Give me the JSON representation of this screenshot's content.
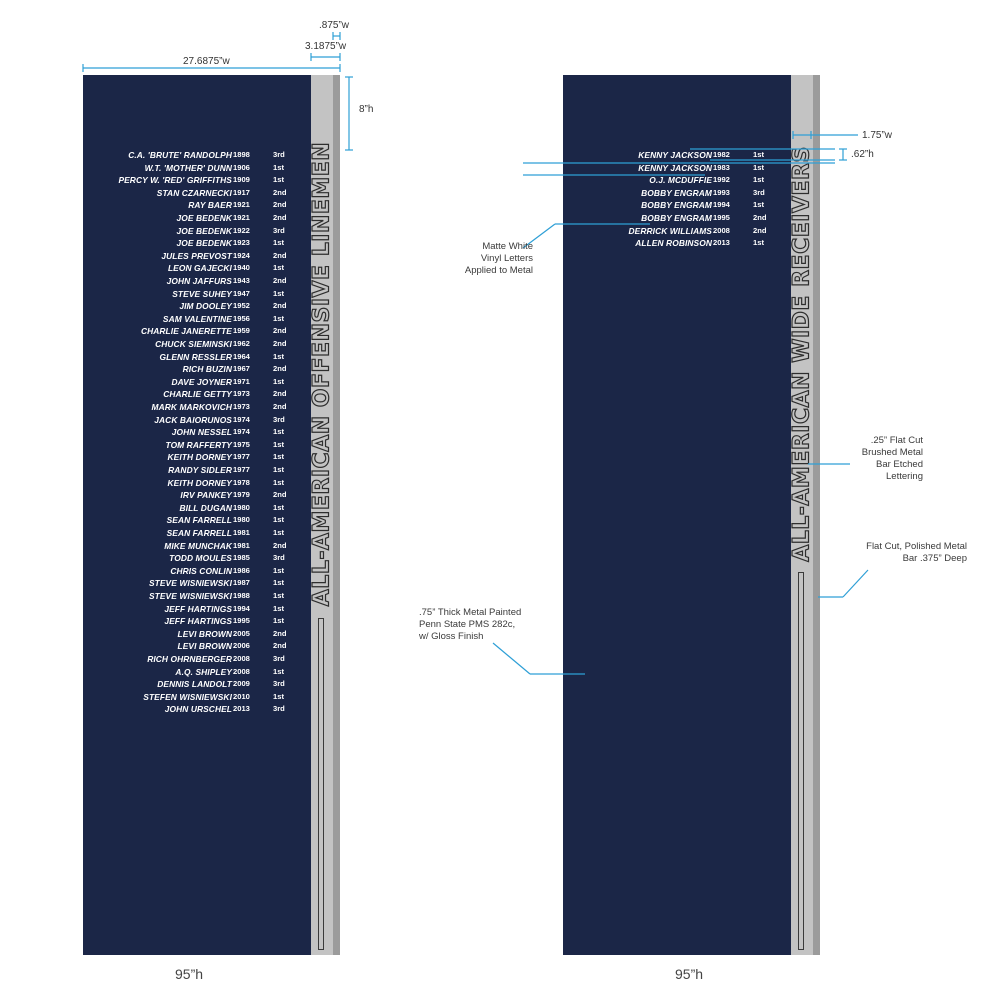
{
  "left_panel": {
    "title": "ALL-AMERICAN OFFENSIVE LINEMEN",
    "bottom_label": "95”h",
    "entries": [
      {
        "name": "C.A. 'BRUTE' RANDOLPH",
        "year": "1898",
        "place": "3rd"
      },
      {
        "name": "W.T. 'MOTHER' DUNN",
        "year": "1906",
        "place": "1st"
      },
      {
        "name": "PERCY W. 'RED' GRIFFITHS",
        "year": "1909",
        "place": "1st"
      },
      {
        "name": "STAN CZARNECKI",
        "year": "1917",
        "place": "2nd"
      },
      {
        "name": "RAY BAER",
        "year": "1921",
        "place": "2nd"
      },
      {
        "name": "JOE BEDENK",
        "year": "1921",
        "place": "2nd"
      },
      {
        "name": "JOE BEDENK",
        "year": "1922",
        "place": "3rd"
      },
      {
        "name": "JOE BEDENK",
        "year": "1923",
        "place": "1st"
      },
      {
        "name": "JULES PREVOST",
        "year": "1924",
        "place": "2nd"
      },
      {
        "name": "LEON GAJECKI",
        "year": "1940",
        "place": "1st"
      },
      {
        "name": "JOHN JAFFURS",
        "year": "1943",
        "place": "2nd"
      },
      {
        "name": "STEVE SUHEY",
        "year": "1947",
        "place": "1st"
      },
      {
        "name": "JIM DOOLEY",
        "year": "1952",
        "place": "2nd"
      },
      {
        "name": "SAM VALENTINE",
        "year": "1956",
        "place": "1st"
      },
      {
        "name": "CHARLIE JANERETTE",
        "year": "1959",
        "place": "2nd"
      },
      {
        "name": "CHUCK SIEMINSKI",
        "year": "1962",
        "place": "2nd"
      },
      {
        "name": "GLENN RESSLER",
        "year": "1964",
        "place": "1st"
      },
      {
        "name": "RICH BUZIN",
        "year": "1967",
        "place": "2nd"
      },
      {
        "name": "DAVE JOYNER",
        "year": "1971",
        "place": "1st"
      },
      {
        "name": "CHARLIE GETTY",
        "year": "1973",
        "place": "2nd"
      },
      {
        "name": "MARK MARKOVICH",
        "year": "1973",
        "place": "2nd"
      },
      {
        "name": "JACK BAIORUNOS",
        "year": "1974",
        "place": "3rd"
      },
      {
        "name": "JOHN NESSEL",
        "year": "1974",
        "place": "1st"
      },
      {
        "name": "TOM RAFFERTY",
        "year": "1975",
        "place": "1st"
      },
      {
        "name": "KEITH DORNEY",
        "year": "1977",
        "place": "1st"
      },
      {
        "name": "RANDY SIDLER",
        "year": "1977",
        "place": "1st"
      },
      {
        "name": "KEITH DORNEY",
        "year": "1978",
        "place": "1st"
      },
      {
        "name": "IRV PANKEY",
        "year": "1979",
        "place": "2nd"
      },
      {
        "name": "BILL DUGAN",
        "year": "1980",
        "place": "1st"
      },
      {
        "name": "SEAN FARRELL",
        "year": "1980",
        "place": "1st"
      },
      {
        "name": "SEAN FARRELL",
        "year": "1981",
        "place": "1st"
      },
      {
        "name": "MIKE MUNCHAK",
        "year": "1981",
        "place": "2nd"
      },
      {
        "name": "TODD MOULES",
        "year": "1985",
        "place": "3rd"
      },
      {
        "name": "CHRIS CONLIN",
        "year": "1986",
        "place": "1st"
      },
      {
        "name": "STEVE WISNIEWSKI",
        "year": "1987",
        "place": "1st"
      },
      {
        "name": "STEVE WISNIEWSKI",
        "year": "1988",
        "place": "1st"
      },
      {
        "name": "JEFF HARTINGS",
        "year": "1994",
        "place": "1st"
      },
      {
        "name": "JEFF HARTINGS",
        "year": "1995",
        "place": "1st"
      },
      {
        "name": "LEVI BROWN",
        "year": "2005",
        "place": "2nd"
      },
      {
        "name": "LEVI BROWN",
        "year": "2006",
        "place": "2nd"
      },
      {
        "name": "RICH OHRNBERGER",
        "year": "2008",
        "place": "3rd"
      },
      {
        "name": "A.Q. SHIPLEY",
        "year": "2008",
        "place": "1st"
      },
      {
        "name": "DENNIS LANDOLT",
        "year": "2009",
        "place": "3rd"
      },
      {
        "name": "STEFEN WISNIEWSKI",
        "year": "2010",
        "place": "1st"
      },
      {
        "name": "JOHN URSCHEL",
        "year": "2013",
        "place": "3rd"
      }
    ]
  },
  "right_panel": {
    "title": "ALL-AMERICAN WIDE RECEIVERS",
    "bottom_label": "95”h",
    "entries": [
      {
        "name": "KENNY JACKSON",
        "year": "1982",
        "place": "1st"
      },
      {
        "name": "KENNY JACKSON",
        "year": "1983",
        "place": "1st"
      },
      {
        "name": "O.J. MCDUFFIE",
        "year": "1992",
        "place": "1st"
      },
      {
        "name": "BOBBY ENGRAM",
        "year": "1993",
        "place": "3rd"
      },
      {
        "name": "BOBBY ENGRAM",
        "year": "1994",
        "place": "1st"
      },
      {
        "name": "BOBBY ENGRAM",
        "year": "1995",
        "place": "2nd"
      },
      {
        "name": "DERRICK WILLIAMS",
        "year": "2008",
        "place": "2nd"
      },
      {
        "name": "ALLEN ROBINSON",
        "year": "2013",
        "place": "1st"
      }
    ]
  },
  "dimensions": {
    "bar_inner_width": ".875”w",
    "bar_width": "3.1875”w",
    "total_width": "27.6875”w",
    "header_height": "8”h",
    "letter_column_width": "1.75”w",
    "row_height": ".62”h"
  },
  "annotations": {
    "vinyl": [
      "Matte White",
      "Vinyl Letters",
      "Applied to Metal"
    ],
    "etched": [
      ".25” Flat Cut",
      "Brushed Metal",
      "Bar Etched",
      "Lettering"
    ],
    "polished": [
      "Flat Cut, Polished Metal",
      "Bar .375” Deep"
    ],
    "painted": [
      ".75” Thick Metal Painted",
      "Penn State PMS 282c,",
      "w/ Gloss Finish"
    ]
  },
  "colors": {
    "panel_navy": "#1b2647",
    "bar_light": "#c3c3c3",
    "bar_dark": "#9b9b9b",
    "dimension_blue": "#2e9fd6",
    "text_white": "#ffffff"
  }
}
